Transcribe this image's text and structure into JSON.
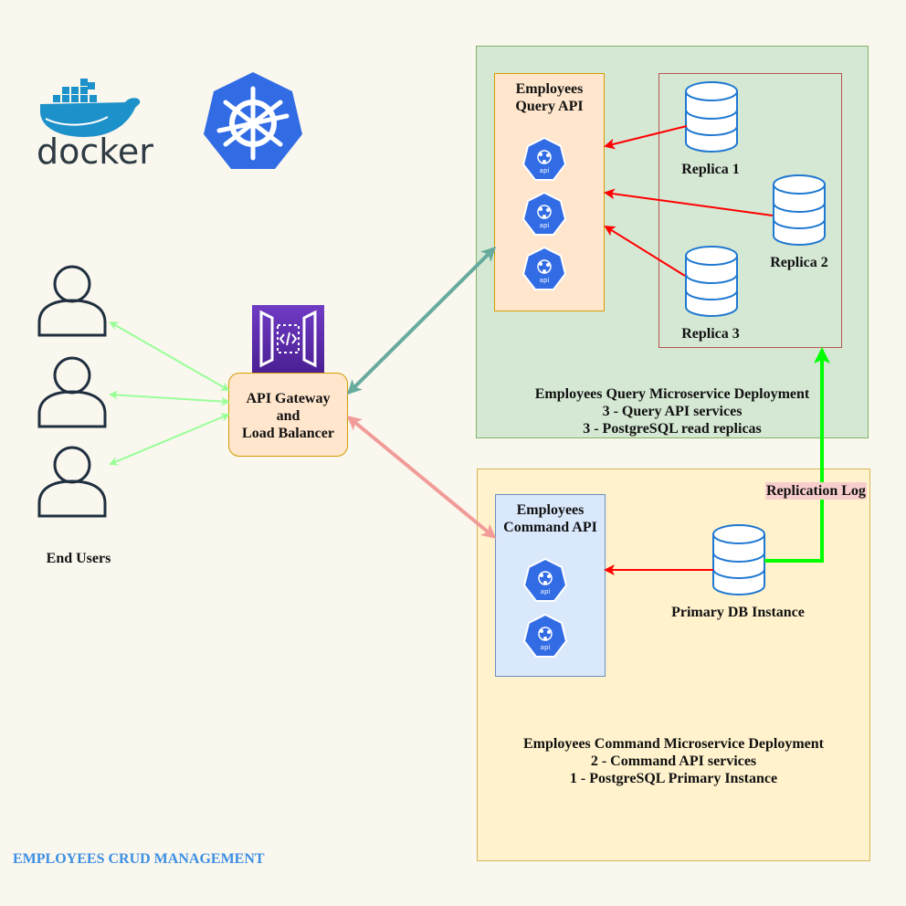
{
  "diagram": {
    "title": "EMPLOYEES CRUD MANAGEMENT",
    "end_users_label": "End Users",
    "gateway_label": [
      "API Gateway",
      "and",
      "Load Balancer"
    ],
    "docker_label": "docker",
    "query_api_label": [
      "Employees",
      "Query API"
    ],
    "command_api_label": [
      "Employees",
      "Command API"
    ],
    "replicas": [
      "Replica 1",
      "Replica 2",
      "Replica 3"
    ],
    "primary_db_label": "Primary DB Instance",
    "replication_log_label": "Replication Log",
    "query_deployment_label": [
      "Employees Query Microservice Deployment",
      "3 - Query API services",
      "3 - PostgreSQL read replicas"
    ],
    "command_deployment_label": [
      "Employees Command Microservice Deployment",
      "2 - Command API services",
      "1 - PostgreSQL Primary Instance"
    ],
    "api_badge_text": "api",
    "colors": {
      "user_arrows": "#99ff99",
      "query_link": "#67ab9f",
      "command_link": "#f19c99",
      "db_read": "#ff0000",
      "replication": "#00ff00",
      "k8s_blue": "#326ce5",
      "title": "#3d8fe3"
    },
    "icons": [
      "docker-logo-icon",
      "kubernetes-logo-icon",
      "user-icon",
      "api-gateway-icon",
      "k8s-api-pod-icon",
      "database-icon"
    ]
  }
}
